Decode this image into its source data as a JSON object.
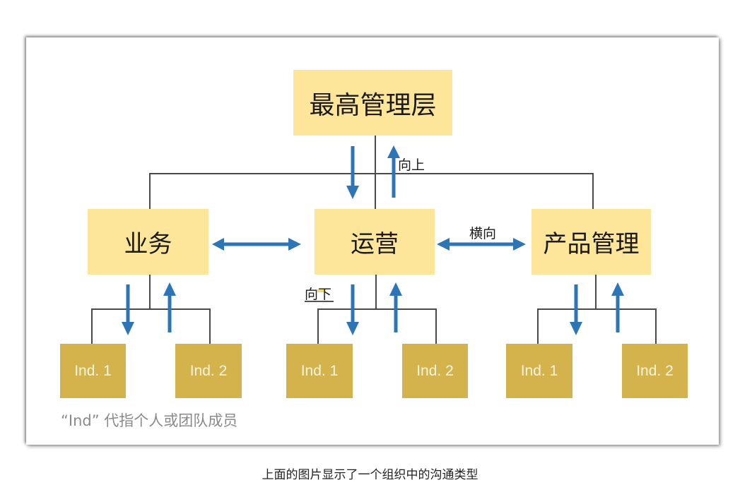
{
  "diagram": {
    "top_node": "最高管理层",
    "departments": [
      {
        "label": "业务"
      },
      {
        "label": "运营"
      },
      {
        "label": "产品管理"
      }
    ],
    "individuals": [
      "Ind. 1",
      "Ind. 2"
    ],
    "direction_labels": {
      "up": "向上",
      "down": "向下",
      "lateral": "横向"
    },
    "note": "“Ind” 代指个人或团队成员",
    "colors": {
      "manager_box": "#fde59a",
      "individual_box": "#d4b24c",
      "arrow": "#2e75b6",
      "connector": "#4a4a4a"
    }
  },
  "caption": "上面的图片显示了一个组织中的沟通类型"
}
